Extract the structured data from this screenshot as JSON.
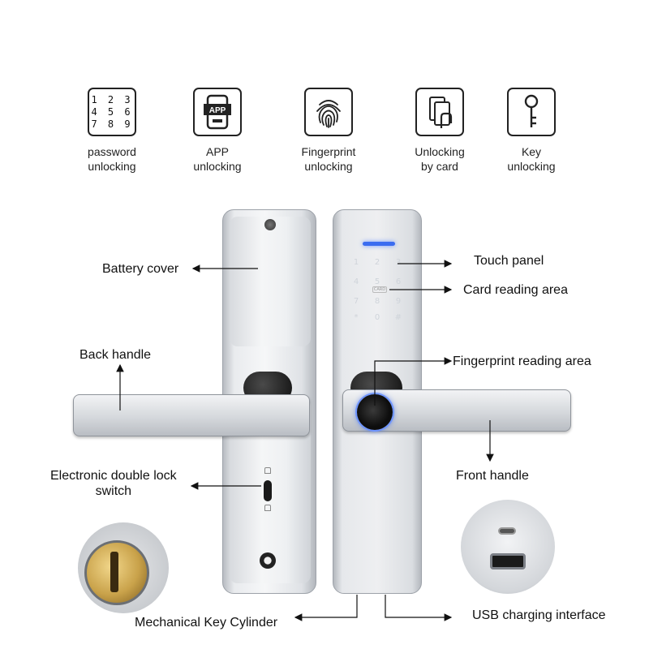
{
  "features": [
    {
      "icon": "keypad-icon",
      "label": "password\nunlocking",
      "keys": [
        "1 2 3",
        "4 5 6",
        "7 8 9"
      ]
    },
    {
      "icon": "app-phone-icon",
      "label": "APP\nunlocking",
      "badge": "APP"
    },
    {
      "icon": "fingerprint-icon",
      "label": "Fingerprint\nunlocking"
    },
    {
      "icon": "card-icon",
      "label": "Unlocking\nby card"
    },
    {
      "icon": "key-icon",
      "label": "Key\nunlocking"
    }
  ],
  "callouts": {
    "battery_cover": "Battery cover",
    "back_handle": "Back handle",
    "double_lock": "Electronic double lock\nswitch",
    "key_cylinder": "Mechanical Key Cylinder",
    "touch_panel": "Touch panel",
    "card_area": "Card reading area",
    "fingerprint_area": "Fingerprint reading area",
    "front_handle": "Front handle",
    "usb": "USB charging interface"
  },
  "keypad": [
    "1",
    "2",
    "3",
    "4",
    "5",
    "6",
    "7",
    "8",
    "9",
    "*",
    "0",
    "#"
  ],
  "card_mark": "CARD",
  "colors": {
    "accent": "#3b6cf0",
    "stroke": "#222222",
    "metal": "#e6e8eb",
    "cylinder": "#c9a24a"
  }
}
